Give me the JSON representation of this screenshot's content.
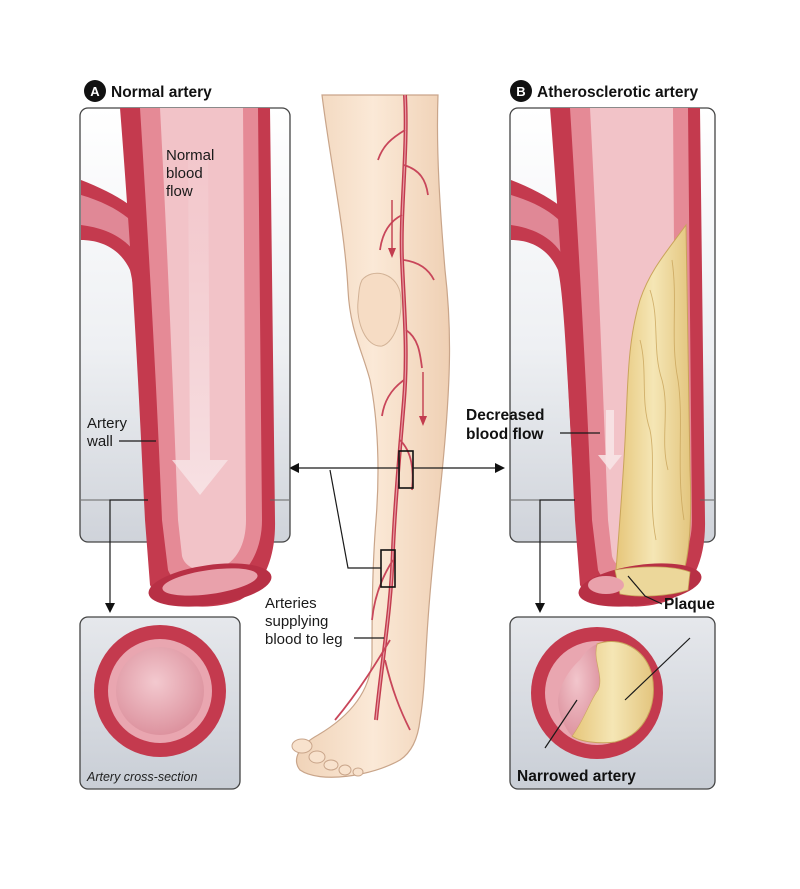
{
  "panel_a": {
    "badge": "A",
    "title": "Normal artery",
    "flow_label": [
      "Normal",
      "blood",
      "flow"
    ],
    "wall_label": [
      "Artery",
      "wall"
    ],
    "cross_section_caption": "Artery cross-section"
  },
  "panel_b": {
    "badge": "B",
    "title": "Atherosclerotic artery",
    "flow_label": [
      "Decreased",
      "blood flow"
    ],
    "plaque_label": "Plaque",
    "narrowed_label": "Narrowed artery"
  },
  "leg": {
    "arteries_label": [
      "Arteries",
      "supplying",
      "blood to leg"
    ]
  },
  "colors": {
    "artery_outer": "#c43a4e",
    "artery_inner": "#e58a96",
    "lumen": "#f2c3c8",
    "plaque": "#ecd79a",
    "skin": "#f7e2cc",
    "panel_bg": "#d9dde3"
  }
}
